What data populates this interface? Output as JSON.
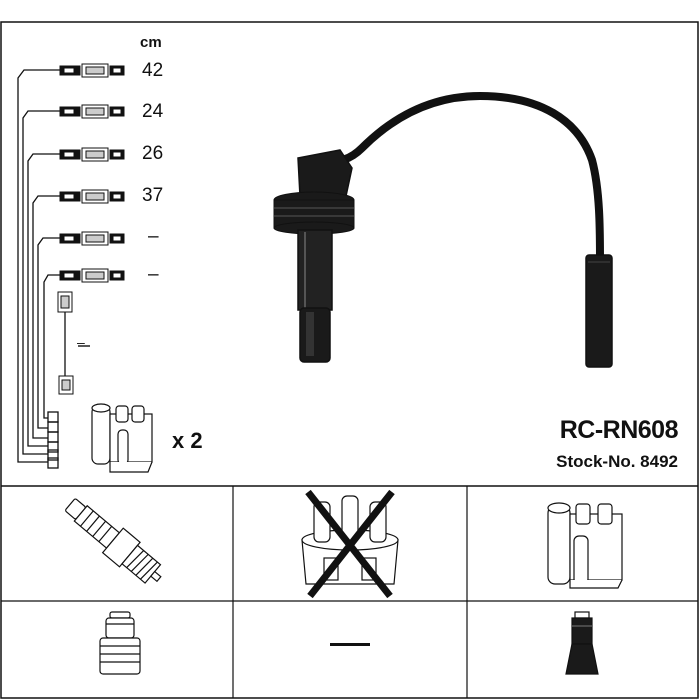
{
  "header": {
    "unit_label": "cm"
  },
  "cables": [
    {
      "length": "42"
    },
    {
      "length": "24"
    },
    {
      "length": "26"
    },
    {
      "length": "37"
    },
    {
      "length": "–"
    },
    {
      "length": "–"
    },
    {
      "length": "–"
    }
  ],
  "coil": {
    "quantity": "x 2",
    "icon": "ignition-coil-icon"
  },
  "product": {
    "model": "RC-RN608",
    "stock_label": "Stock-No. 8492"
  },
  "compatibility": {
    "row1": [
      "spark-plug-icon",
      "distributor-cap-icon-crossed",
      "ignition-coil-icon"
    ],
    "row2": [
      "plug-boot-icon",
      "not-applicable",
      "plug-boot-black-icon"
    ]
  }
}
